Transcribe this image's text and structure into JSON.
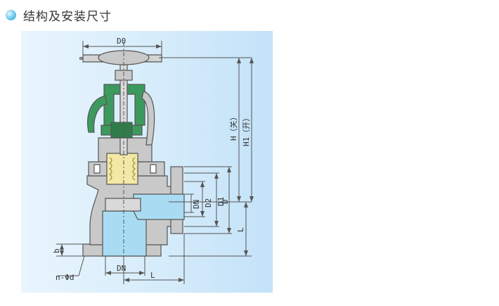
{
  "heading": {
    "text": "结构及安装尺寸"
  },
  "labels": {
    "d0": "D0",
    "h_close": "H（关）",
    "h1_open": "H1（开）",
    "dn_side": "DN",
    "d2": "D2",
    "d1": "D1",
    "d": "D",
    "l_right": "L",
    "b": "b",
    "n_phi_d": "n-Φd",
    "dn_bottom": "DN",
    "l_bottom": "L"
  },
  "colors": {
    "body_grey": "#c9c9c9",
    "green": "#3d9a5e",
    "lining_blue": "#a9dcf3",
    "brass": "#f3e8a6",
    "outline": "#555555"
  }
}
